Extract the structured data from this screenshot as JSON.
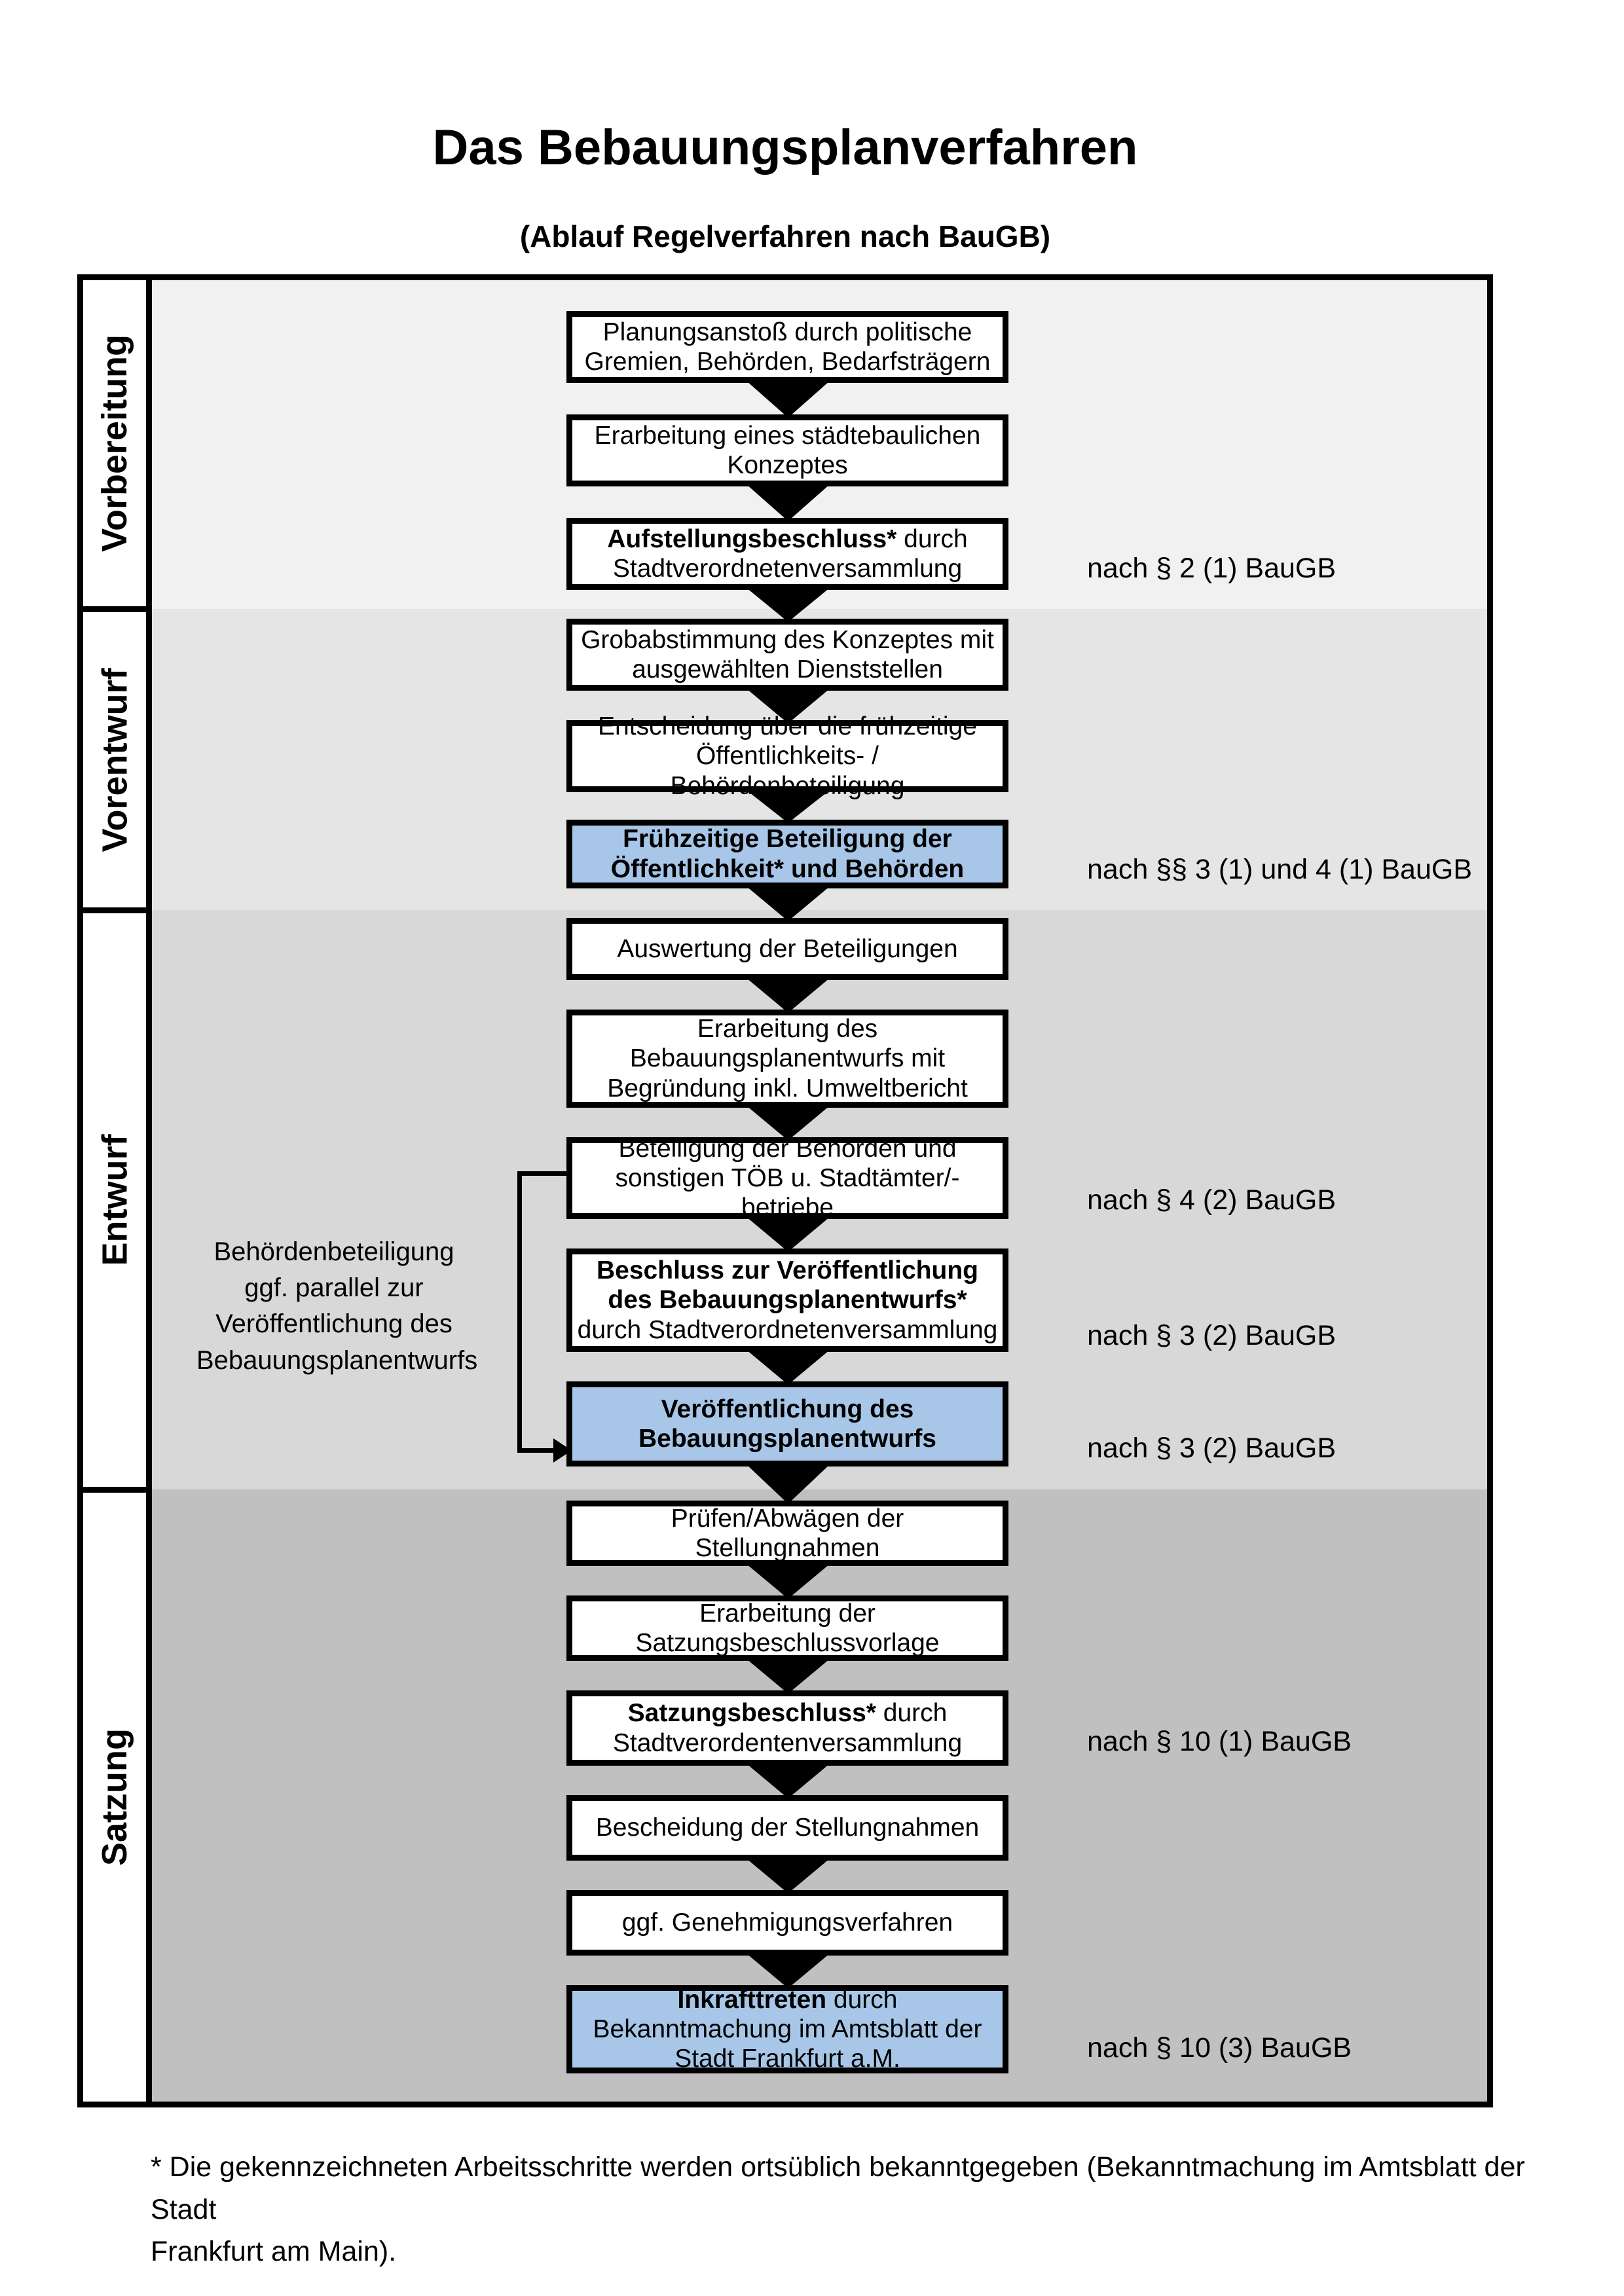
{
  "title": "Das Bebauungsplanverfahren",
  "subtitle": "(Ablauf Regelverfahren nach BauGB)",
  "phases": [
    {
      "label": "Vorbereitung"
    },
    {
      "label": "Vorentwurf"
    },
    {
      "label": "Entwurf"
    },
    {
      "label": "Satzung"
    }
  ],
  "steps": [
    {
      "segments": [
        {
          "t": "Planungsanstoß durch politische Gremien, Behörden, Bedarfsträgern",
          "b": false
        }
      ],
      "highlight": false,
      "note": ""
    },
    {
      "segments": [
        {
          "t": "Erarbeitung eines städtebaulichen Konzeptes",
          "b": false
        }
      ],
      "highlight": false,
      "note": ""
    },
    {
      "segments": [
        {
          "t": "Aufstellungsbeschluss*",
          "b": true
        },
        {
          "t": " durch Stadtverordnetenversammlung",
          "b": false
        }
      ],
      "highlight": false,
      "note": "nach § 2 (1) BauGB"
    },
    {
      "segments": [
        {
          "t": "Grobabstimmung des Konzeptes mit ausgewählten Dienststellen",
          "b": false
        }
      ],
      "highlight": false,
      "note": ""
    },
    {
      "segments": [
        {
          "t": "Entscheidung über die frühzeitige Öffentlichkeits- / Behördenbeteiligung",
          "b": false
        }
      ],
      "highlight": false,
      "note": ""
    },
    {
      "segments": [
        {
          "t": "Frühzeitige Beteiligung der Öffentlichkeit* und Behörden",
          "b": true
        }
      ],
      "highlight": true,
      "note": "nach §§ 3 (1) und 4 (1) BauGB"
    },
    {
      "segments": [
        {
          "t": "Auswertung der Beteiligungen",
          "b": false
        }
      ],
      "highlight": false,
      "note": ""
    },
    {
      "segments": [
        {
          "t": "Erarbeitung des Bebauungsplanentwurfs mit Begründung inkl. Umweltbericht",
          "b": false
        }
      ],
      "highlight": false,
      "note": ""
    },
    {
      "segments": [
        {
          "t": "Beteiligung der Behörden und sonstigen TÖB u. Stadtämter/-betriebe",
          "b": false
        }
      ],
      "highlight": false,
      "note": "nach § 4 (2) BauGB"
    },
    {
      "segments": [
        {
          "t": "Beschluss zur Veröffentlichung des Bebauungsplanentwurfs*",
          "b": true
        },
        {
          "t": " durch Stadtverordnetenversammlung",
          "b": false
        }
      ],
      "highlight": false,
      "note": "nach § 3 (2) BauGB"
    },
    {
      "segments": [
        {
          "t": "Veröffentlichung des Bebauungsplanentwurfs",
          "b": true
        }
      ],
      "highlight": true,
      "note": "nach § 3 (2) BauGB"
    },
    {
      "segments": [
        {
          "t": "Prüfen/Abwägen der Stellungnahmen",
          "b": false
        }
      ],
      "highlight": false,
      "note": ""
    },
    {
      "segments": [
        {
          "t": "Erarbeitung der Satzungsbeschlussvorlage",
          "b": false
        }
      ],
      "highlight": false,
      "note": ""
    },
    {
      "segments": [
        {
          "t": "Satzungsbeschluss*",
          "b": true
        },
        {
          "t": " durch Stadtverordentenversammlung",
          "b": false
        }
      ],
      "highlight": false,
      "note": "nach § 10 (1) BauGB"
    },
    {
      "segments": [
        {
          "t": "Bescheidung der Stellungnahmen",
          "b": false
        }
      ],
      "highlight": false,
      "note": ""
    },
    {
      "segments": [
        {
          "t": "ggf. Genehmigungsverfahren",
          "b": false
        }
      ],
      "highlight": false,
      "note": ""
    },
    {
      "segments": [
        {
          "t": "Inkrafttreten",
          "b": true
        },
        {
          "t": " durch Bekanntmachung im Amtsblatt der Stadt Frankfurt a.M.",
          "b": false
        }
      ],
      "highlight": true,
      "note": "nach § 10 (3) BauGB"
    }
  ],
  "side_note": {
    "lines": [
      "Behördenbeteiligung",
      "ggf. parallel zur",
      "Veröffentlichung des",
      "Bebauungsplanentwurfs"
    ]
  },
  "footnote": {
    "lines": [
      "* Die gekennzeichneten Arbeitsschritte werden ortsüblich bekanntgegeben (Bekanntmachung im Amtsblatt  der Stadt",
      "Frankfurt am Main)."
    ]
  },
  "colors": {
    "band_vorbereitung": "#f1f1f1",
    "band_vorentwurf": "#e5e5e5",
    "band_entwurf": "#d8d8d8",
    "band_satzung": "#c0c0c0",
    "highlight_blue": "#a8c7e8",
    "border_black": "#000000"
  }
}
